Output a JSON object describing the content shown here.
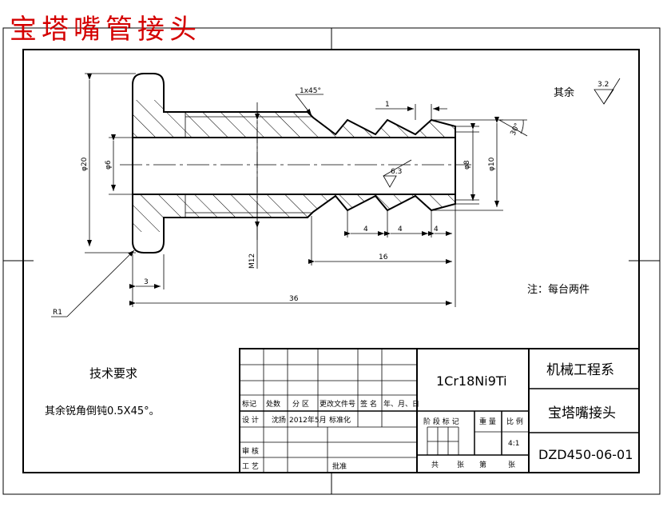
{
  "title": "宝塔嘴管接头",
  "dimensions": {
    "chamfer": "1x45°",
    "pitch": "1",
    "angle": "30°",
    "roughness_other": "3.2",
    "roughness_surface": "6.3",
    "dia_outer": "φ20",
    "dia_bore": "φ6",
    "dia_8": "φ8",
    "dia_10": "φ10",
    "step_4a": "4",
    "step_4b": "4",
    "step_4c": "4",
    "len_16": "16",
    "len_3": "3",
    "len_36": "36",
    "thread": "M12",
    "radius": "R1"
  },
  "notes": {
    "other_surfaces": "其余",
    "per_set": "注：每台两件",
    "tech_req_title": "技术要求",
    "tech_req_text": "其余锐角倒钝0.5X45°。"
  },
  "title_block": {
    "col_mark": "标记",
    "col_count": "处数",
    "col_zone": "分 区",
    "col_doc": "更改文件号",
    "col_sign": "签 名",
    "col_date": "年、月、日",
    "design": "设 计",
    "designer": "沈扬",
    "date": "2012年5月",
    "standardize": "标准化",
    "review": "审 核",
    "process": "工 艺",
    "approve": "批准",
    "material": "1Cr18Ni9Ti",
    "stage_mark": "阶 段 标 记",
    "weight": "重 量",
    "scale_label": "比 例",
    "scale": "4:1",
    "sheets_total": "共",
    "sheets_unit": "张",
    "sheet_no": "第",
    "sheet_unit": "张",
    "department": "机械工程系",
    "part_name": "宝塔嘴接头",
    "drawing_no": "DZD450-06-01"
  }
}
